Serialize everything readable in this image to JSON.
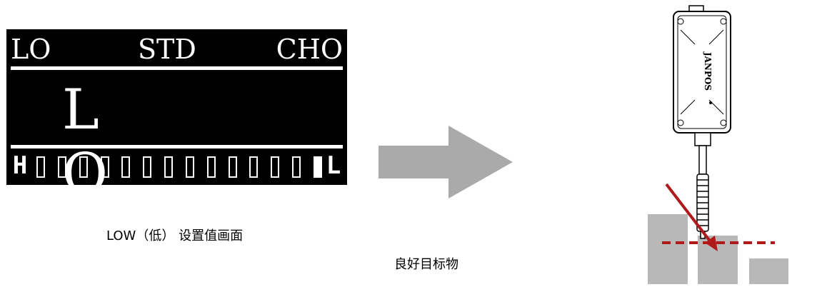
{
  "lcd": {
    "modes": {
      "left": "LO",
      "center": "STD",
      "right": "CHO"
    },
    "main_value": "L O",
    "bar": {
      "left_letter": "H",
      "right_letter": "L",
      "cell_count": 14,
      "filled_index": 13
    }
  },
  "captions": {
    "low_setting": "LOW（低） 设置值画面",
    "good_target": "良好目标物"
  },
  "sensor": {
    "brand": "JANPOS"
  },
  "colors": {
    "arrow_gray": "#aaaaaa",
    "indicator_red": "#b01a1a",
    "block_gray": "#b8b8b8"
  }
}
